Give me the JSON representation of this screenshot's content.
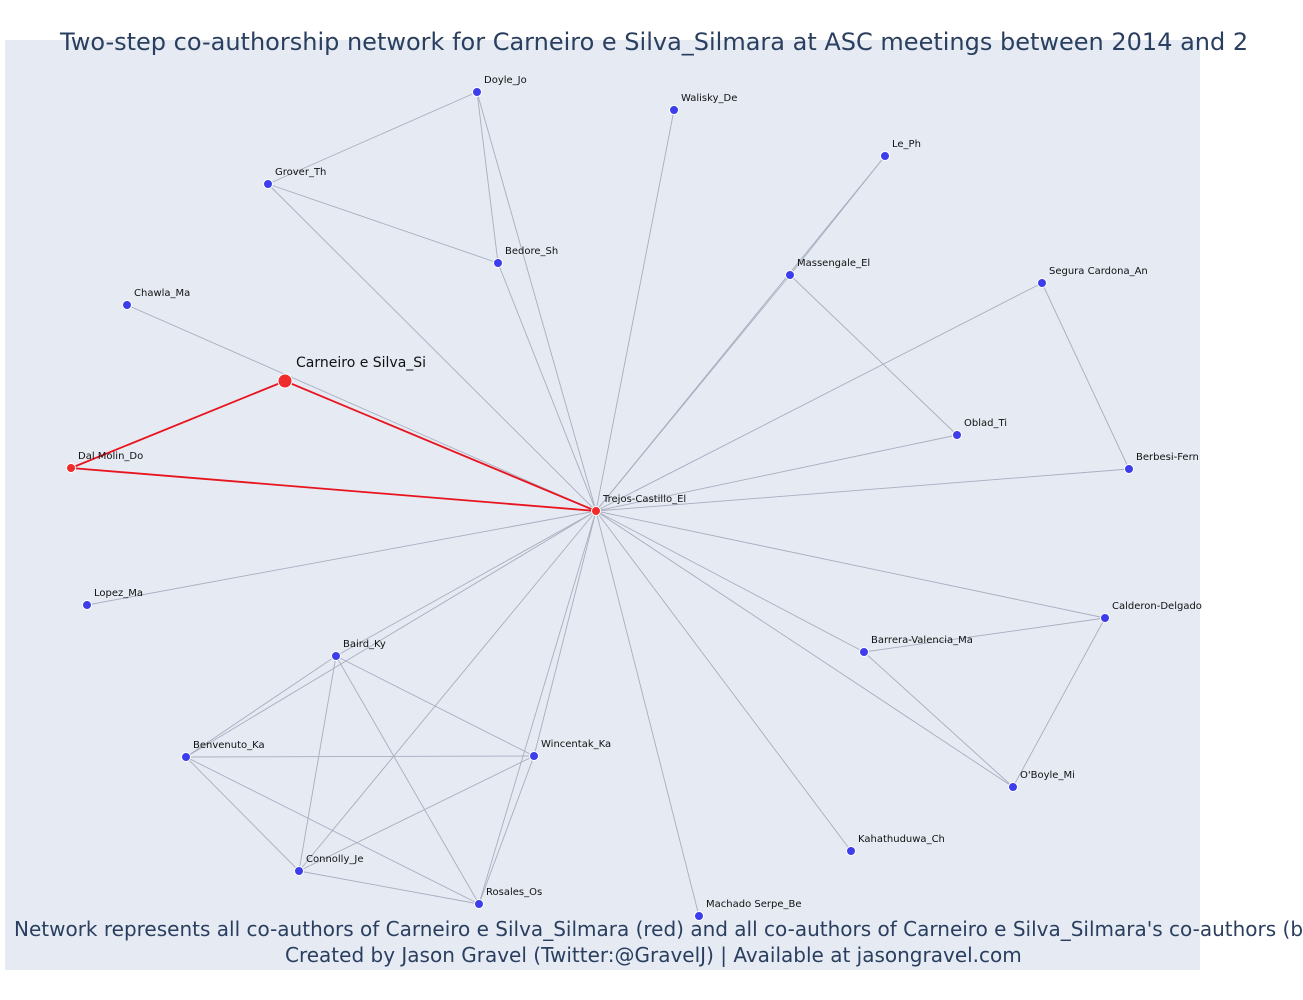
{
  "title": "Two-step co-authorship network for Carneiro e Silva_Silmara at ASC meetings between 2014 and 2",
  "caption_line1": "Network represents all co-authors of Carneiro e Silva_Silmara (red) and all co-authors of Carneiro e Silva_Silmara's co-authors (b",
  "caption_line2": "Created by Jason Gravel (Twitter:@GravelJ) | Available at jasongravel.com",
  "colors": {
    "background": "#E5EAF3",
    "primary_node": "#EF2B2B",
    "secondary_node": "#3D3DEB",
    "primary_edge": "#E8141E",
    "secondary_edge": "#A9AEC0",
    "text": "#2A3F5F"
  },
  "nodes": [
    {
      "id": "carneiro",
      "label": "Carneiro e Silva_Si",
      "group": "focal"
    },
    {
      "id": "trejos",
      "label": "Trejos-Castillo_El",
      "group": "coauthor"
    },
    {
      "id": "dalmolin",
      "label": "Dal Molin_Do",
      "group": "coauthor"
    },
    {
      "id": "doyle",
      "label": "Doyle_Jo",
      "group": "second"
    },
    {
      "id": "walisky",
      "label": "Walisky_De",
      "group": "second"
    },
    {
      "id": "leph",
      "label": "Le_Ph",
      "group": "second"
    },
    {
      "id": "grover",
      "label": "Grover_Th",
      "group": "second"
    },
    {
      "id": "bedore",
      "label": "Bedore_Sh",
      "group": "second"
    },
    {
      "id": "massengale",
      "label": "Massengale_El",
      "group": "second"
    },
    {
      "id": "segura",
      "label": "Segura Cardona_An",
      "group": "second"
    },
    {
      "id": "chawla",
      "label": "Chawla_Ma",
      "group": "second"
    },
    {
      "id": "oblad",
      "label": "Oblad_Ti",
      "group": "second"
    },
    {
      "id": "berbesi",
      "label": "Berbesi-Fern",
      "group": "second"
    },
    {
      "id": "lopez",
      "label": "Lopez_Ma",
      "group": "second"
    },
    {
      "id": "calderon",
      "label": "Calderon-Delgado",
      "group": "second"
    },
    {
      "id": "baird",
      "label": "Baird_Ky",
      "group": "second"
    },
    {
      "id": "barrera",
      "label": "Barrera-Valencia_Ma",
      "group": "second"
    },
    {
      "id": "benvenuto",
      "label": "Benvenuto_Ka",
      "group": "second"
    },
    {
      "id": "wincentak",
      "label": "Wincentak_Ka",
      "group": "second"
    },
    {
      "id": "oboyle",
      "label": "O'Boyle_Mi",
      "group": "second"
    },
    {
      "id": "kahathuduwa",
      "label": "Kahathuduwa_Ch",
      "group": "second"
    },
    {
      "id": "connolly",
      "label": "Connolly_Je",
      "group": "second"
    },
    {
      "id": "rosales",
      "label": "Rosales_Os",
      "group": "second"
    },
    {
      "id": "machado",
      "label": "Machado Serpe_Be",
      "group": "second"
    }
  ],
  "edges": [
    [
      "carneiro",
      "trejos",
      "primary"
    ],
    [
      "carneiro",
      "dalmolin",
      "primary"
    ],
    [
      "dalmolin",
      "trejos",
      "primary"
    ],
    [
      "trejos",
      "chawla",
      "secondary"
    ],
    [
      "trejos",
      "grover",
      "secondary"
    ],
    [
      "trejos",
      "doyle",
      "secondary"
    ],
    [
      "trejos",
      "bedore",
      "secondary"
    ],
    [
      "trejos",
      "walisky",
      "secondary"
    ],
    [
      "trejos",
      "massengale",
      "secondary"
    ],
    [
      "trejos",
      "leph",
      "secondary"
    ],
    [
      "trejos",
      "segura",
      "secondary"
    ],
    [
      "trejos",
      "oblad",
      "secondary"
    ],
    [
      "trejos",
      "berbesi",
      "secondary"
    ],
    [
      "trejos",
      "lopez",
      "secondary"
    ],
    [
      "trejos",
      "calderon",
      "secondary"
    ],
    [
      "trejos",
      "barrera",
      "secondary"
    ],
    [
      "trejos",
      "oboyle",
      "secondary"
    ],
    [
      "trejos",
      "kahathuduwa",
      "secondary"
    ],
    [
      "trejos",
      "machado",
      "secondary"
    ],
    [
      "trejos",
      "baird",
      "secondary"
    ],
    [
      "trejos",
      "benvenuto",
      "secondary"
    ],
    [
      "trejos",
      "connolly",
      "secondary"
    ],
    [
      "trejos",
      "rosales",
      "secondary"
    ],
    [
      "trejos",
      "wincentak",
      "secondary"
    ],
    [
      "doyle",
      "grover",
      "secondary"
    ],
    [
      "doyle",
      "bedore",
      "secondary"
    ],
    [
      "grover",
      "bedore",
      "secondary"
    ],
    [
      "massengale",
      "leph",
      "secondary"
    ],
    [
      "massengale",
      "oblad",
      "secondary"
    ],
    [
      "segura",
      "berbesi",
      "secondary"
    ],
    [
      "calderon",
      "barrera",
      "secondary"
    ],
    [
      "calderon",
      "oboyle",
      "secondary"
    ],
    [
      "barrera",
      "oboyle",
      "secondary"
    ],
    [
      "baird",
      "benvenuto",
      "secondary"
    ],
    [
      "baird",
      "connolly",
      "secondary"
    ],
    [
      "baird",
      "rosales",
      "secondary"
    ],
    [
      "baird",
      "wincentak",
      "secondary"
    ],
    [
      "benvenuto",
      "wincentak",
      "secondary"
    ],
    [
      "benvenuto",
      "connolly",
      "secondary"
    ],
    [
      "benvenuto",
      "rosales",
      "secondary"
    ],
    [
      "connolly",
      "wincentak",
      "secondary"
    ],
    [
      "connolly",
      "rosales",
      "secondary"
    ],
    [
      "rosales",
      "wincentak",
      "secondary"
    ]
  ]
}
